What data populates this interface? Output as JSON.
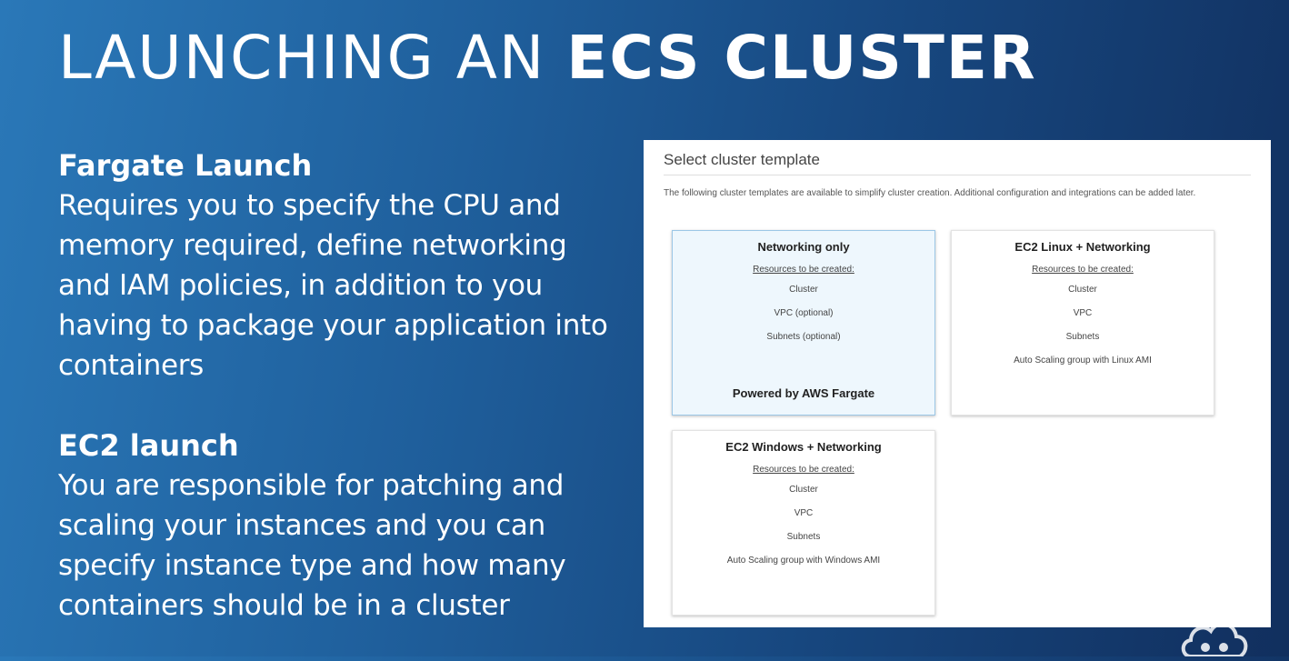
{
  "slide": {
    "title_light": "LAUNCHING AN ",
    "title_bold": "ECS CLUSTER"
  },
  "sections": [
    {
      "heading": "Fargate Launch",
      "body": "Requires you to specify the CPU and memory required, define networking and IAM policies, in addition to you having to package your application into containers"
    },
    {
      "heading": "EC2 launch",
      "body": "You are responsible for patching and scaling your instances and you can specify instance type and how many containers should be in a cluster"
    }
  ],
  "panel": {
    "title": "Select cluster template",
    "description": "The following cluster templates are available to simplify cluster creation. Additional configuration and integrations can be added later.",
    "cards": [
      {
        "title": "Networking only",
        "resources_label": "Resources to be created:",
        "items": [
          "Cluster",
          "VPC (optional)",
          "Subnets (optional)"
        ],
        "footer": "Powered by AWS Fargate"
      },
      {
        "title": "EC2 Linux + Networking",
        "resources_label": "Resources to be created:",
        "items": [
          "Cluster",
          "VPC",
          "Subnets",
          "Auto Scaling group with Linux AMI"
        ]
      },
      {
        "title": "EC2 Windows + Networking",
        "resources_label": "Resources to be created:",
        "items": [
          "Cluster",
          "VPC",
          "Subnets",
          "Auto Scaling group with Windows AMI"
        ]
      }
    ]
  },
  "colors": {
    "background_start": "#2a78b8",
    "background_end": "#112f5e",
    "selected_card": "#eef7fd"
  },
  "icons": {
    "watermark": "cloud-logo-icon"
  }
}
